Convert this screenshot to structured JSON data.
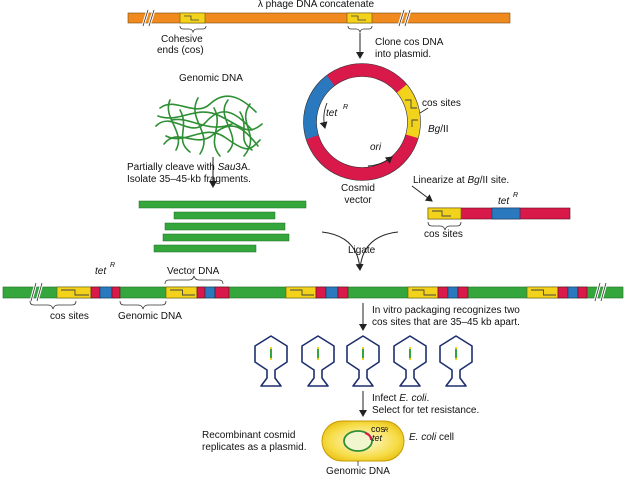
{
  "labels": {
    "lambda_dna": "λ phage DNA concatenate",
    "cohesive_1": "Cohesive",
    "cohesive_2": "ends (cos)",
    "clone_1": "Clone cos DNA",
    "clone_2": "into plasmid.",
    "genomic_dna": "Genomic DNA",
    "cos_sites_ring": "cos sites",
    "bglii_italic": "Bg",
    "bglii_rest": "/II",
    "tet_ring": "tet",
    "tet_sup": "R",
    "ori": "ori",
    "partial_1a": "Partially cleave with ",
    "partial_1b": "Sau",
    "partial_1c": "3A.",
    "partial_2": "Isolate 35–45-kb fragments.",
    "cosmid_1": "Cosmid",
    "cosmid_2": "vector",
    "linearize_a": "Linearize at ",
    "linearize_b": "Bg",
    "linearize_c": "/II site.",
    "tet_linear": "tet",
    "cos_sites_linear": "cos sites",
    "ligate": "Ligate",
    "tet_long": "tet",
    "vector_dna": "Vector DNA",
    "cos_sites_bottom": "cos sites",
    "genomic_dna_bottom": "Genomic DNA",
    "packaging_1": "In vitro packaging recognizes two",
    "packaging_2": "cos sites that are 35–45 kb apart.",
    "infect_a": "Infect ",
    "infect_b": "E. coli",
    "infect_c": ".",
    "select": "Select for tet resistance.",
    "recomb_1": "Recombinant cosmid",
    "recomb_2": "replicates as a plasmid.",
    "cos_cell": "cos",
    "tet_cell": "tet",
    "ecoli_a": "E. coli",
    "ecoli_b": " cell",
    "genomic_cell": "Genomic DNA"
  },
  "colors": {
    "lambda": "#f0891e",
    "cos": "#f2d21a",
    "plasmid": "#d8194a",
    "tet": "#2a78bd",
    "genomic": "#35a63c",
    "cell": "#f5d21e",
    "phage_head": "#1e2f6e"
  }
}
